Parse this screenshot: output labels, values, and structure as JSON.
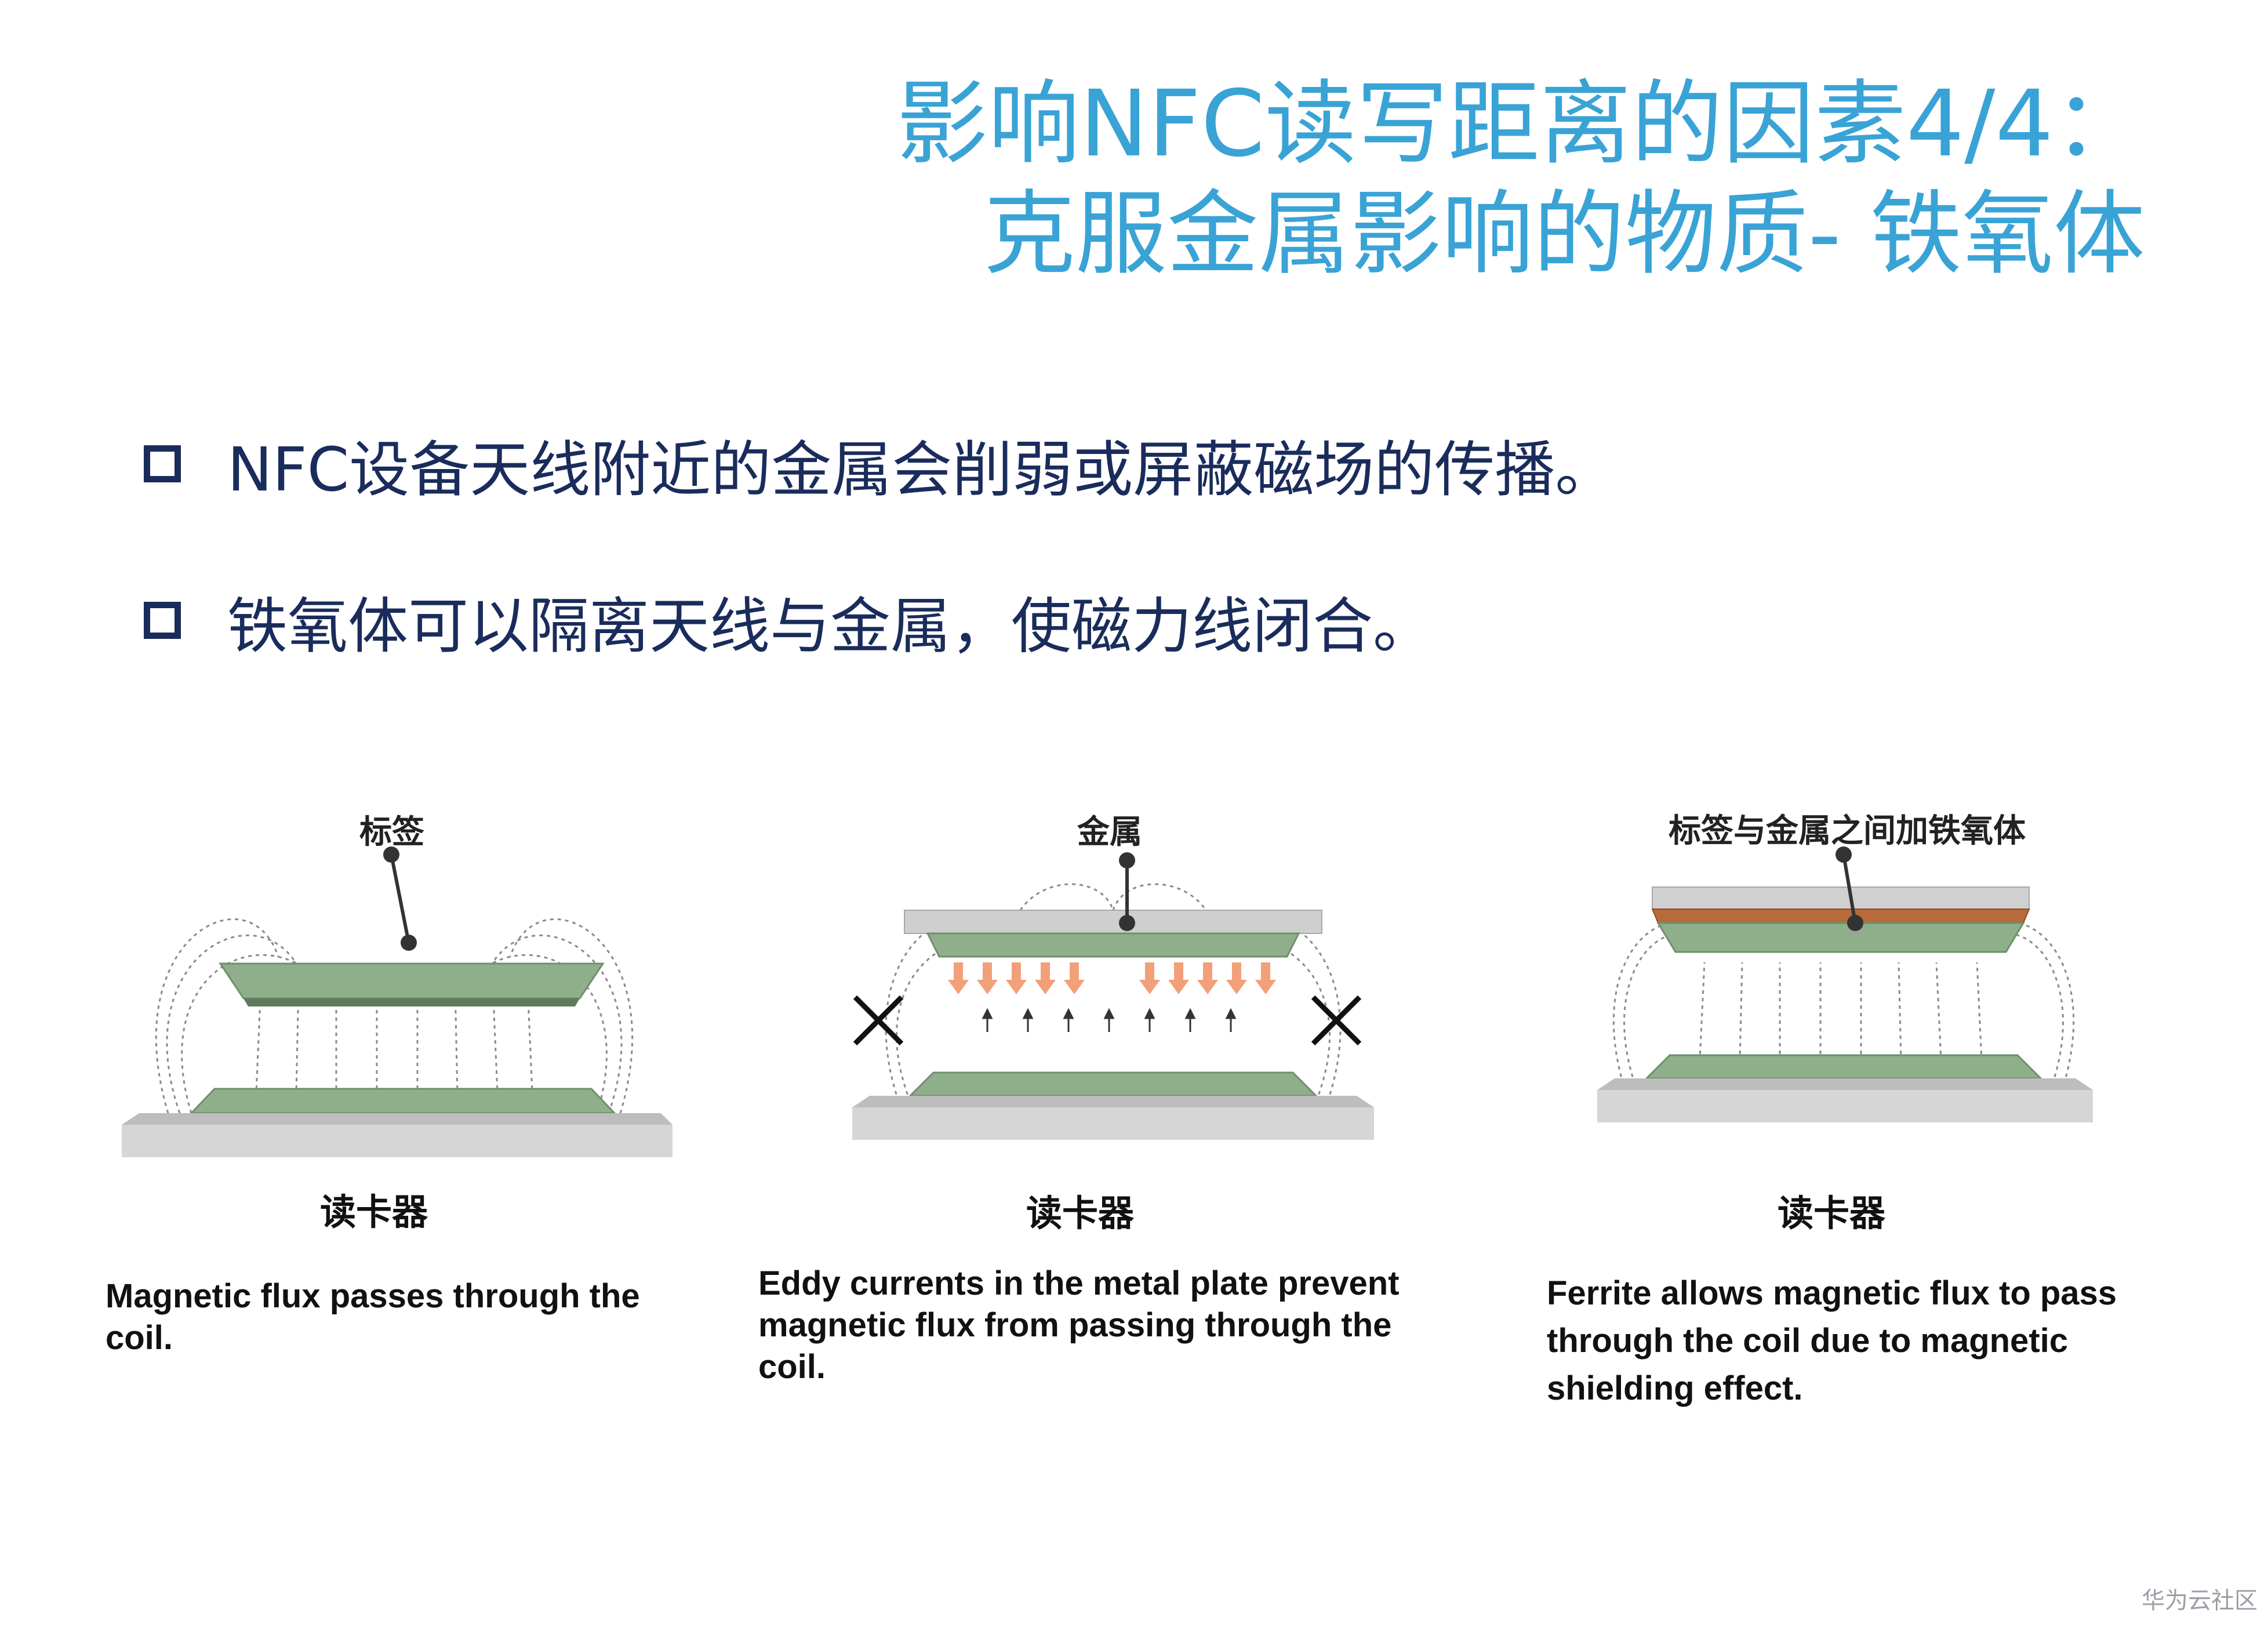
{
  "header": {
    "title_line1": "影响NFC读写距离的因素4/4：",
    "title_line2": "克服金属影响的物质- 铁氧体"
  },
  "bullets": [
    {
      "text": "NFC设备天线附近的金属会削弱或屏蔽磁场的传播。"
    },
    {
      "text": "铁氧体可以隔离天线与金属，使磁力线闭合。"
    }
  ],
  "diagrams": [
    {
      "top_label": "标签",
      "bottom_label": "读卡器",
      "caption": "Magnetic flux passes through the coil."
    },
    {
      "top_label": "金属",
      "bottom_label": "读卡器",
      "caption": "Eddy currents in the metal plate prevent magnetic flux from passing through the coil."
    },
    {
      "top_label": "标签与金属之间加铁氧体",
      "bottom_label": "读卡器",
      "caption": "Ferrite allows magnetic flux to pass through the coil due to  magnetic shielding effect."
    }
  ],
  "footer": {
    "watermark": "华为云社区"
  },
  "colors": {
    "title": "#3aa3d6",
    "bullet_text": "#1a2c5b",
    "pcb_green": "#8fae8a",
    "metal_gray": "#c9c9c9",
    "ferrite_orange": "#b86a3a",
    "eddy_arrow": "#f2a07a"
  },
  "icons": [
    "checkbox-icon",
    "pin-icon",
    "cross-icon",
    "arrow-down-icon",
    "arrow-up-icon"
  ]
}
